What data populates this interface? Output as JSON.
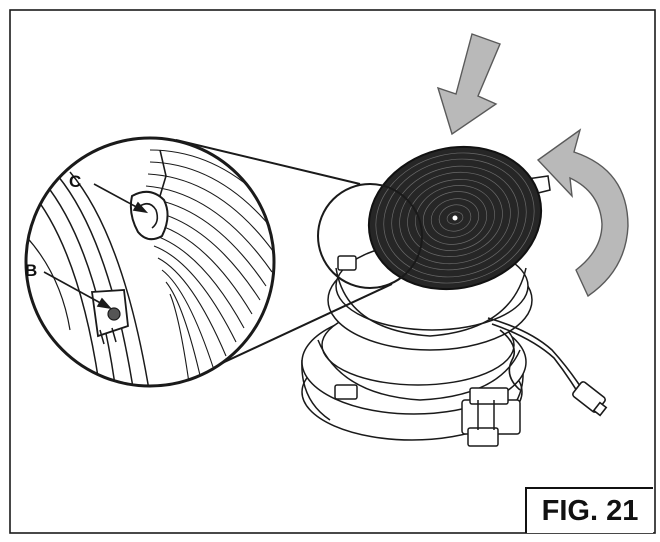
{
  "figure": {
    "caption": "FIG. 21",
    "callouts": [
      {
        "letter": "C",
        "target": "cooktop-clip"
      },
      {
        "letter": "B",
        "target": "bracket-screw"
      }
    ]
  },
  "icons": {
    "push_arrow": "down-left-arrow-icon",
    "rotate_arrow": "counterclockwise-rotate-arrow-icon"
  },
  "colors": {
    "arrow_fill": "#b9b9b9",
    "line": "#1a1a1a",
    "hob": "#262626"
  }
}
